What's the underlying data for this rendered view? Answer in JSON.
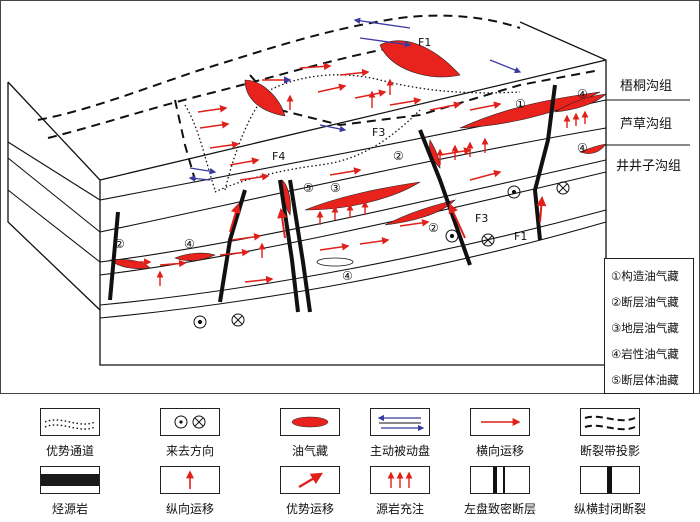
{
  "formations": [
    {
      "id": "wutonggou",
      "label": "梧桐沟组"
    },
    {
      "id": "lucaogou",
      "label": "芦草沟组"
    },
    {
      "id": "jingjingzigou",
      "label": "井井子沟组"
    }
  ],
  "faults": [
    "F1",
    "F3",
    "F4",
    "F1",
    "F3"
  ],
  "markers": {
    "c1": "①",
    "c2": "②",
    "c3": "③",
    "c4": "④",
    "c5": "⑤"
  },
  "reservoir_types": [
    "①构造油气藏",
    "②断层油气藏",
    "③地层油气藏",
    "④岩性油气藏",
    "⑤断层体油藏"
  ],
  "legend": [
    {
      "key": "dominant-channel",
      "label": "优势通道"
    },
    {
      "key": "in-out-direction",
      "label": "来去方向"
    },
    {
      "key": "oil-gas-pool",
      "label": "油气藏"
    },
    {
      "key": "active-passive-wall",
      "label": "主动被动盘"
    },
    {
      "key": "lateral-migration",
      "label": "横向运移"
    },
    {
      "key": "fracture-zone-projection",
      "label": "断裂带投影"
    },
    {
      "key": "source-rock",
      "label": "烃源岩"
    },
    {
      "key": "vertical-migration",
      "label": "纵向运移"
    },
    {
      "key": "dominant-migration",
      "label": "优势运移"
    },
    {
      "key": "source-rock-charging",
      "label": "源岩充注"
    },
    {
      "key": "footwall-tight-fault",
      "label": "左盘致密断层"
    },
    {
      "key": "sealed-fault",
      "label": "纵横封闭断裂"
    }
  ],
  "colors": {
    "oil": "#e8231e",
    "arrow": "#e0201a",
    "line": "#111111",
    "blue": "#3b3aa0"
  }
}
